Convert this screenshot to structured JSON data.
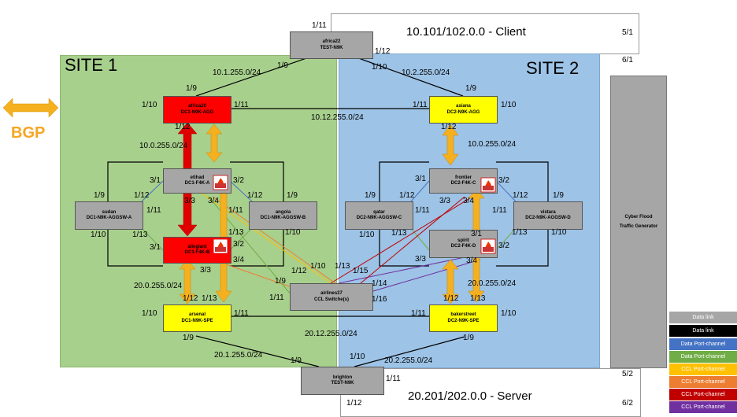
{
  "sites": {
    "site1": "SITE 1",
    "site2": "SITE 2"
  },
  "bgp": "BGP",
  "client": {
    "label": "10.101/102.0.0 - Client",
    "port_top": "5/1",
    "port_bottom": "6/1"
  },
  "server": {
    "label": "20.201/202.0.0 - Server",
    "port_top": "5/2",
    "port_bottom": "6/2"
  },
  "nodes": {
    "africa22": {
      "name": "africa22",
      "model": "TEST-N9K"
    },
    "africa20": {
      "name": "africa20",
      "model": "DC1-N9K-AGG"
    },
    "asiana": {
      "name": "asiana",
      "model": "DC2-N9K-AGG"
    },
    "etihad": {
      "name": "etihad",
      "model": "DC1-F4K-A"
    },
    "frontier": {
      "name": "frontier",
      "model": "DC2-F4K-C"
    },
    "sudan": {
      "name": "sudan",
      "model": "DC1-N9K-AGGSW-A"
    },
    "angola": {
      "name": "angola",
      "model": "DC1-N9K-AGGSW-B"
    },
    "qatar": {
      "name": "qatar",
      "model": "DC2-N9K-AGGSW-C"
    },
    "vistara": {
      "name": "vistara",
      "model": "DC2-N9K-AGGSW-D"
    },
    "allegiant": {
      "name": "allegiant",
      "model": "DC1-F4K-B"
    },
    "spirit": {
      "name": "spirit",
      "model": "DC2-F4K-D"
    },
    "airlines37": {
      "name": "airlines37",
      "model": "CCL Switche(s)"
    },
    "arsenal": {
      "name": "arsenal",
      "model": "DC1-N9K-SPE"
    },
    "bakerstreet": {
      "name": "bakerstreet",
      "model": "DC2-N9K-SPE"
    },
    "brighton": {
      "name": "brighton",
      "model": "TEST-N9K"
    },
    "cyberflood": {
      "name": "Cyber Flood",
      "model": "Traffic Generator"
    }
  },
  "subnets": {
    "s1": "10.1.255.0/24",
    "s2": "10.2.255.0/24",
    "s12": "10.12.255.0/24",
    "s10": "10.0.255.0/24",
    "s10b": "10.0.255.0/24",
    "s20": "20.0.255.0/24",
    "s20b": "20.0.255.0/24",
    "s2012": "20.12.255.0/24",
    "s201": "20.1.255.0/24",
    "s202": "20.2.255.0/24"
  },
  "ports": {
    "p_a22_top": "1/11",
    "p_a22_r": "1/12",
    "p_a22_l": "1/9",
    "p_a22_r2": "1/10",
    "p_af20_top": "1/9",
    "p_af20_l": "1/10",
    "p_af20_r": "1/11",
    "p_af20_b": "1/12",
    "p_as_top": "1/9",
    "p_as_r": "1/10",
    "p_as_l": "1/11",
    "p_as_b": "1/12",
    "p_et_31": "3/1",
    "p_et_32": "3/2",
    "p_et_33": "3/3",
    "p_et_34": "3/4",
    "p_fr_31": "3/1",
    "p_fr_32": "3/2",
    "p_fr_33": "3/3",
    "p_fr_34": "3/4",
    "p_su_19": "1/9",
    "p_su_112": "1/12",
    "p_su_111": "1/11",
    "p_su_110": "1/10",
    "p_su_113": "1/13",
    "p_an_112": "1/12",
    "p_an_19": "1/9",
    "p_an_111": "1/11",
    "p_an_110": "1/10",
    "p_an_113": "1/13",
    "p_qa_19": "1/9",
    "p_qa_112": "1/12",
    "p_qa_111": "1/11",
    "p_qa_110": "1/10",
    "p_qa_113": "1/13",
    "p_vi_112": "1/12",
    "p_vi_19": "1/9",
    "p_vi_111": "1/11",
    "p_vi_110": "1/10",
    "p_vi_113": "1/13",
    "p_al_31": "3/1",
    "p_al_32": "3/2",
    "p_al_34": "3/4",
    "p_al_33": "3/3",
    "p_sp_33": "3/3",
    "p_sp_34": "3/4",
    "p_sp_31": "3/1",
    "p_sp_32": "3/2",
    "p_ai_110": "1/10",
    "p_ai_112": "1/12",
    "p_ai_19": "1/9",
    "p_ai_111": "1/11",
    "p_ai_113": "1/13",
    "p_ai_115": "1/15",
    "p_ai_114": "1/14",
    "p_ai_116": "1/16",
    "p_ar_12": "1/12",
    "p_ar_113": "1/13",
    "p_ar_110": "1/10",
    "p_ar_111": "1/11",
    "p_ar_19": "1/9",
    "p_bk_12": "1/12",
    "p_bk_113": "1/13",
    "p_bk_111": "1/11",
    "p_bk_110": "1/10",
    "p_bk_19": "1/9",
    "p_br_19": "1/9",
    "p_br_110": "1/10",
    "p_br_111": "1/11",
    "p_br_112": "1/12"
  },
  "legend": [
    {
      "label": "Data link",
      "color": "#a6a6a6"
    },
    {
      "label": "Data link",
      "color": "#000000"
    },
    {
      "label": "Data Port-channel",
      "color": "#4472c4"
    },
    {
      "label": "Data Port-channel",
      "color": "#70ad47"
    },
    {
      "label": "CCL Port-channel",
      "color": "#ffc000"
    },
    {
      "label": "CCL Port-channel",
      "color": "#ed7d31"
    },
    {
      "label": "CCL Port-channel",
      "color": "#c00000"
    },
    {
      "label": "CCL Port-channel",
      "color": "#7030a0"
    }
  ]
}
